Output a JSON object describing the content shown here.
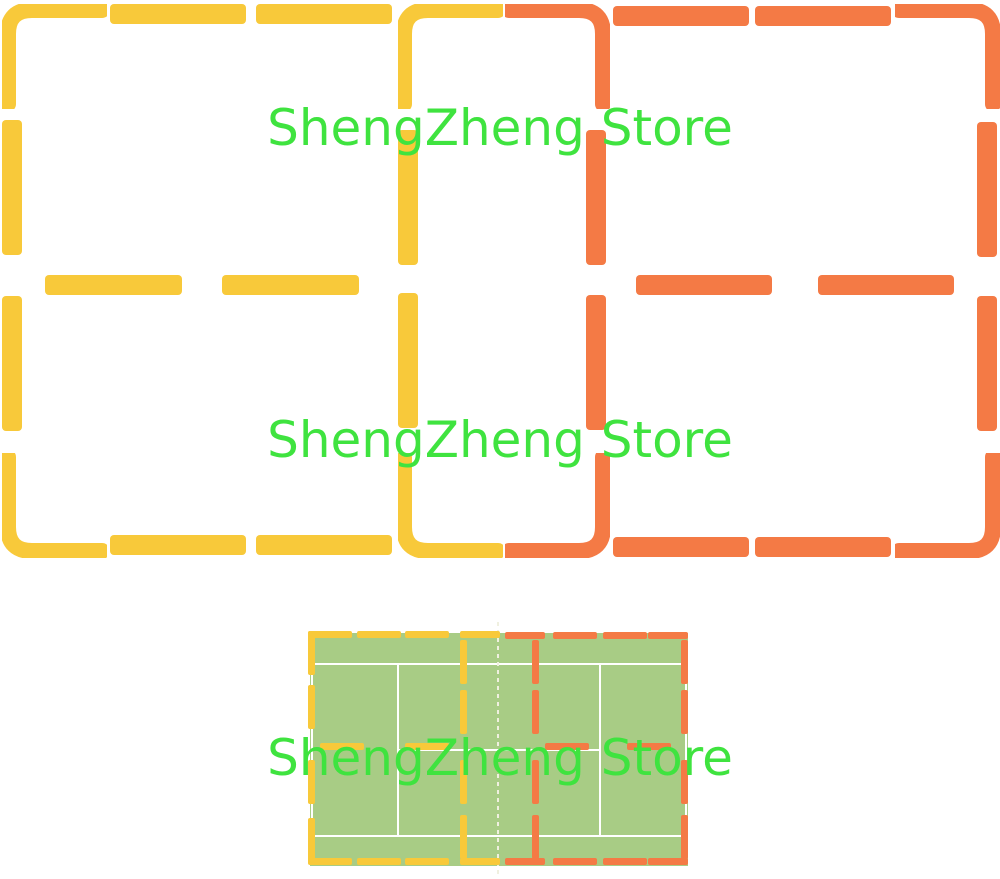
{
  "watermark": {
    "text_top": "ShengZheng Store",
    "text_middle": "ShengZheng Store",
    "text_bottom": "ShengZheng Store",
    "color": "#3fe33f"
  },
  "colors": {
    "yellow": "#f8c93a",
    "orange": "#f47a45",
    "court": "#a8cc85",
    "court_lines": "#ffffff"
  },
  "image": {
    "subject": "yellow and orange boundary marker strips",
    "inset": "badminton-court"
  }
}
